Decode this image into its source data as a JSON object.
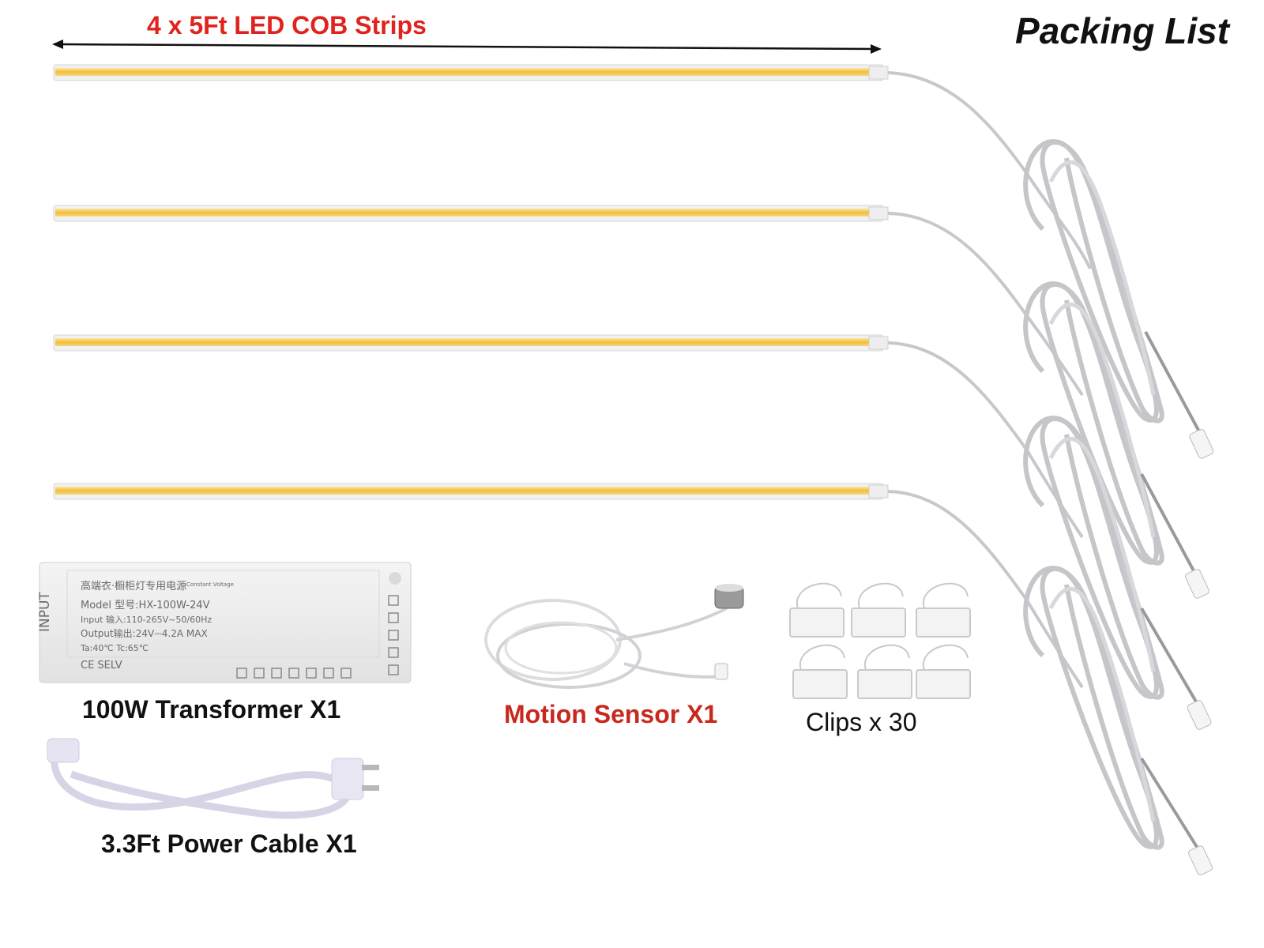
{
  "header": {
    "strips_title": "4 x 5Ft LED COB Strips",
    "packing_title": "Packing List"
  },
  "items": {
    "transformer_label": "100W Transformer X1",
    "power_cable_label": "3.3Ft Power Cable X1",
    "motion_sensor_label": "Motion Sensor X1",
    "clips_label": "Clips x 30"
  },
  "transformer_print": {
    "input": "INPUT",
    "cn_title": "高端衣·橱柜灯专用电源",
    "cv": "Constant Voltage",
    "model": "Model 型号:HX-100W-24V",
    "in": "Input  输入:110-265V~50/60Hz",
    "out": "Output输出:24V⎓4.2A  MAX",
    "temp": "Ta:40℃  Tc:65℃",
    "marks": "CE SELV"
  },
  "colors": {
    "title_red": "#e0231c",
    "label_red": "#c8281e",
    "led_yellow": "#f4c542",
    "cable_grey": "#c8c8cc"
  }
}
